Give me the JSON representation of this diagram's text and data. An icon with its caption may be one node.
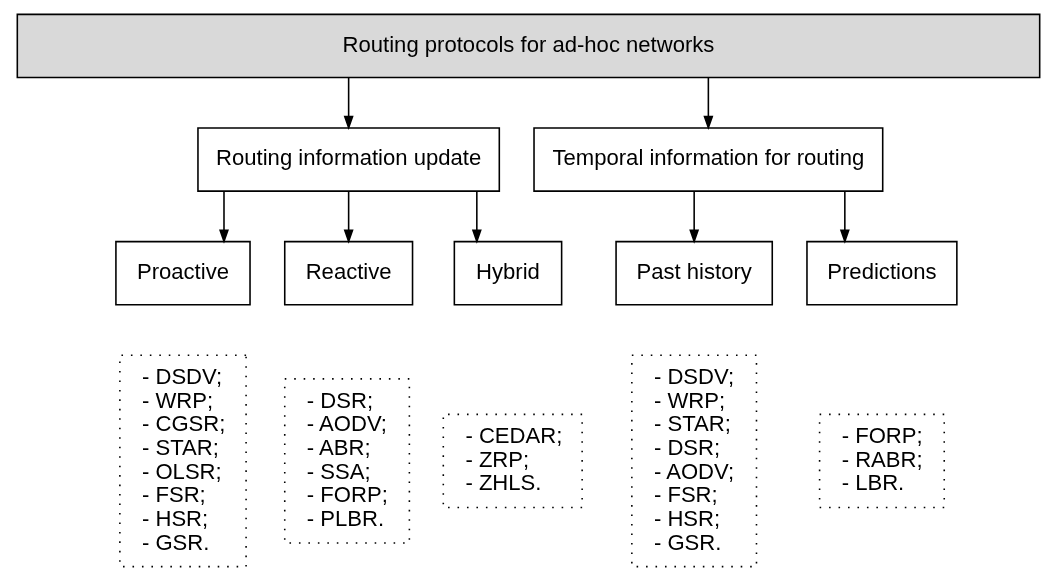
{
  "diagram": {
    "nodes": [
      {
        "text": [
          "Routing protocols for ad-hoc networks"
        ]
      },
      {
        "text": [
          "Routing information update"
        ]
      },
      {
        "text": [
          "Temporal information for routing"
        ]
      },
      {
        "text": [
          "Proactive"
        ]
      },
      {
        "text": [
          "Reactive"
        ]
      },
      {
        "text": [
          "Hybrid"
        ]
      },
      {
        "text": [
          "Past history"
        ]
      },
      {
        "text": [
          "Predictions"
        ]
      },
      {
        "text": [
          "- DSDV;",
          "- WRP;",
          "- CGSR;",
          "- STAR;",
          "- OLSR;",
          "- FSR;",
          "- HSR;",
          "- GSR."
        ]
      },
      {
        "text": [
          "- DSR;",
          "- AODV;",
          "- ABR;",
          "- SSA;",
          "- FORP;",
          "- PLBR."
        ]
      },
      {
        "text": [
          "- CEDAR;",
          "- ZRP;",
          "- ZHLS."
        ]
      },
      {
        "text": [
          "- DSDV;",
          "- WRP;",
          "- STAR;",
          "- DSR;",
          "- AODV;",
          "- FSR;",
          "- HSR;",
          "- GSR."
        ]
      },
      {
        "text": [
          "- FORP;",
          "- RABR;",
          "- LBR."
        ]
      }
    ],
    "edges": [
      {
        "from": 0,
        "to": 1,
        "arrow": "to"
      },
      {
        "from": 0,
        "to": 2,
        "arrow": "to"
      },
      {
        "from": 1,
        "to": 3,
        "arrow": "to"
      },
      {
        "from": 1,
        "to": 4,
        "arrow": "to"
      },
      {
        "from": 1,
        "to": 5,
        "arrow": "to"
      },
      {
        "from": 2,
        "to": 6,
        "arrow": "to"
      },
      {
        "from": 2,
        "to": 7,
        "arrow": "to"
      }
    ]
  }
}
